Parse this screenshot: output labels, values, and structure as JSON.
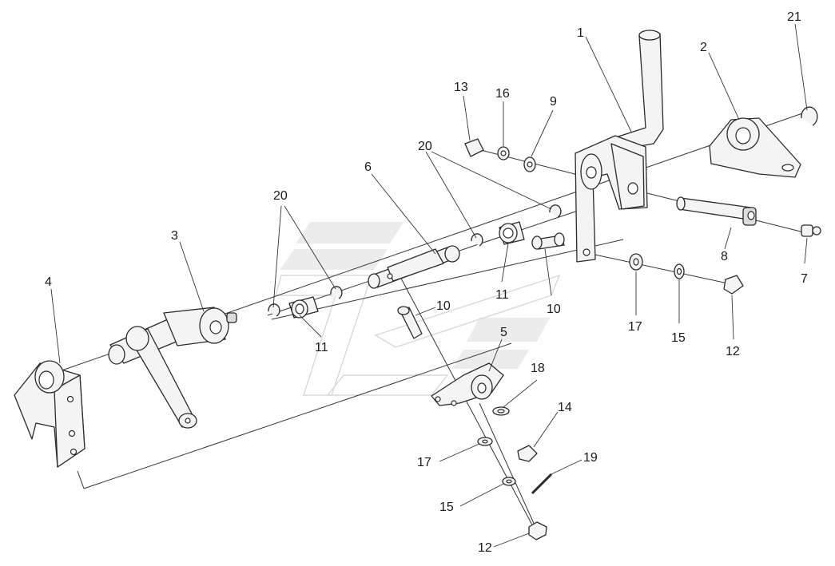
{
  "diagram": {
    "callouts": {
      "c1": "1",
      "c2": "2",
      "c3": "3",
      "c4": "4",
      "c5": "5",
      "c6": "6",
      "c7": "7",
      "c8": "8",
      "c9": "9",
      "c10a": "10",
      "c10b": "10",
      "c11a": "11",
      "c11b": "11",
      "c12a": "12",
      "c12b": "12",
      "c13": "13",
      "c14": "14",
      "c15a": "15",
      "c15b": "15",
      "c16": "16",
      "c17a": "17",
      "c17b": "17",
      "c18": "18",
      "c19": "19",
      "c20a": "20",
      "c20b": "20",
      "c21": "21"
    }
  }
}
